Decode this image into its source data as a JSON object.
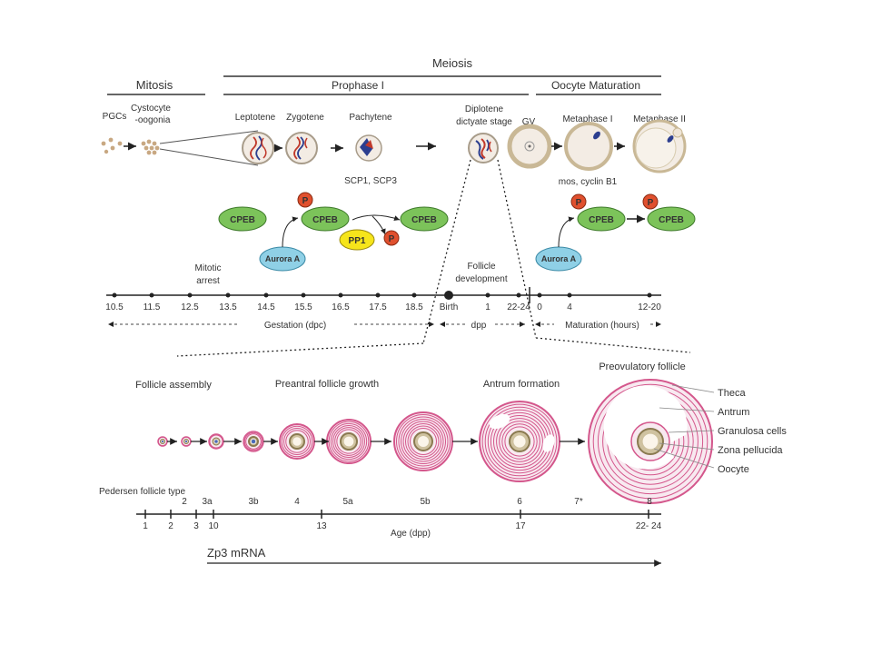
{
  "top": {
    "meiosis": "Meiosis",
    "mitosis": "Mitosis",
    "prophase": "Prophase I",
    "oocyte_maturation": "Oocyte Maturation"
  },
  "stages": {
    "pgcs": "PGCs",
    "cystocyte_1": "Cystocyte",
    "cystocyte_2": "-oogonia",
    "leptotene": "Leptotene",
    "zygotene": "Zygotene",
    "pachytene": "Pachytene",
    "diplotene_1": "Diplotene",
    "diplotene_2": "dictyate stage",
    "gv": "GV",
    "metaphase1": "Metaphase I",
    "metaphase2": "Metaphase II",
    "scp": "SCP1, SCP3",
    "mos": "mos, cyclin B1"
  },
  "proteins": {
    "cpeb": "CPEB",
    "p": "P",
    "pp1": "PP1",
    "aurora": "Aurora A"
  },
  "timeline": {
    "mitotic_arrest_1": "Mitotic",
    "mitotic_arrest_2": "arrest",
    "follicle_dev_1": "Follicle",
    "follicle_dev_2": "development",
    "ticks": [
      "10.5",
      "11.5",
      "12.5",
      "13.5",
      "14.5",
      "15.5",
      "16.5",
      "17.5",
      "18.5",
      "Birth",
      "1",
      "22-24",
      "0",
      "4",
      "12-20"
    ],
    "gestation": "Gestation (dpc)",
    "dpp": "dpp",
    "maturation": "Maturation (hours)"
  },
  "follicles": {
    "assembly": "Follicle assembly",
    "preantral": "Preantral follicle growth",
    "antrum": "Antrum formation",
    "preovulatory": "Preovulatory follicle",
    "legend": [
      "Theca",
      "Antrum",
      "Granulosa cells",
      "Zona pellucida",
      "Oocyte"
    ]
  },
  "pedersen": {
    "title": "Pedersen follicle type",
    "types": [
      "2",
      "3a",
      "3b",
      "4",
      "5a",
      "5b",
      "6",
      "7*",
      "8"
    ],
    "axis_numbers": [
      "1",
      "2",
      "3",
      "10",
      "13",
      "17",
      "22- 24"
    ],
    "age": "Age (dpp)",
    "zp3": "Zp3 mRNA"
  },
  "colors": {
    "cpeb_green": "#7cc35a",
    "p_red": "#e0502e",
    "pp1_yellow": "#f6e51b",
    "aurora_blue": "#8fd0e6",
    "follicle_pink": "#d4578c",
    "follicle_light": "#f8e9f0",
    "oocyte_tan": "#cfc2a0"
  }
}
